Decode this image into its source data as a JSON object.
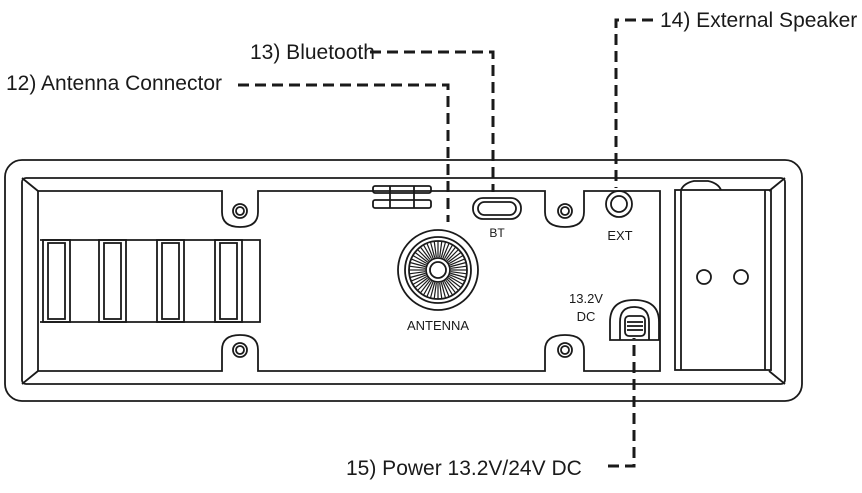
{
  "callouts": {
    "antenna_connector": "12) Antenna Connector",
    "bluetooth": "13) Bluetooth",
    "external_speaker": "14) External Speaker",
    "power": "15) Power 13.2V/24V DC"
  },
  "panel_labels": {
    "bt": "BT",
    "ext": "EXT",
    "antenna": "ANTENNA",
    "voltage": "13.2V",
    "dc": "DC"
  },
  "colors": {
    "stroke": "#1a1a1a",
    "background": "#ffffff"
  }
}
